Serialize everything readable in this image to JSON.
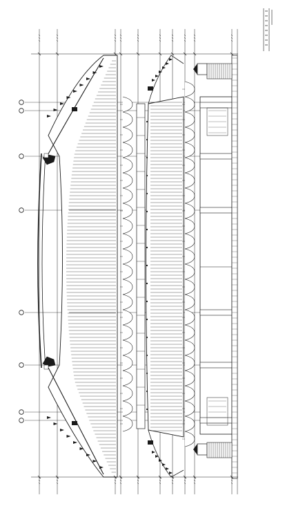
{
  "drawing": {
    "kind": "architectural elevation drawing (rotated 90°)",
    "colors": {
      "ink": "#1a1a1a",
      "paper": "#ffffff",
      "hatch": "#444444"
    },
    "grid_axes": {
      "count": 8,
      "marker_shape": "circle"
    },
    "elevation_levels": {
      "count": 10
    },
    "title_block": {
      "present": true,
      "location": "top-right"
    }
  }
}
